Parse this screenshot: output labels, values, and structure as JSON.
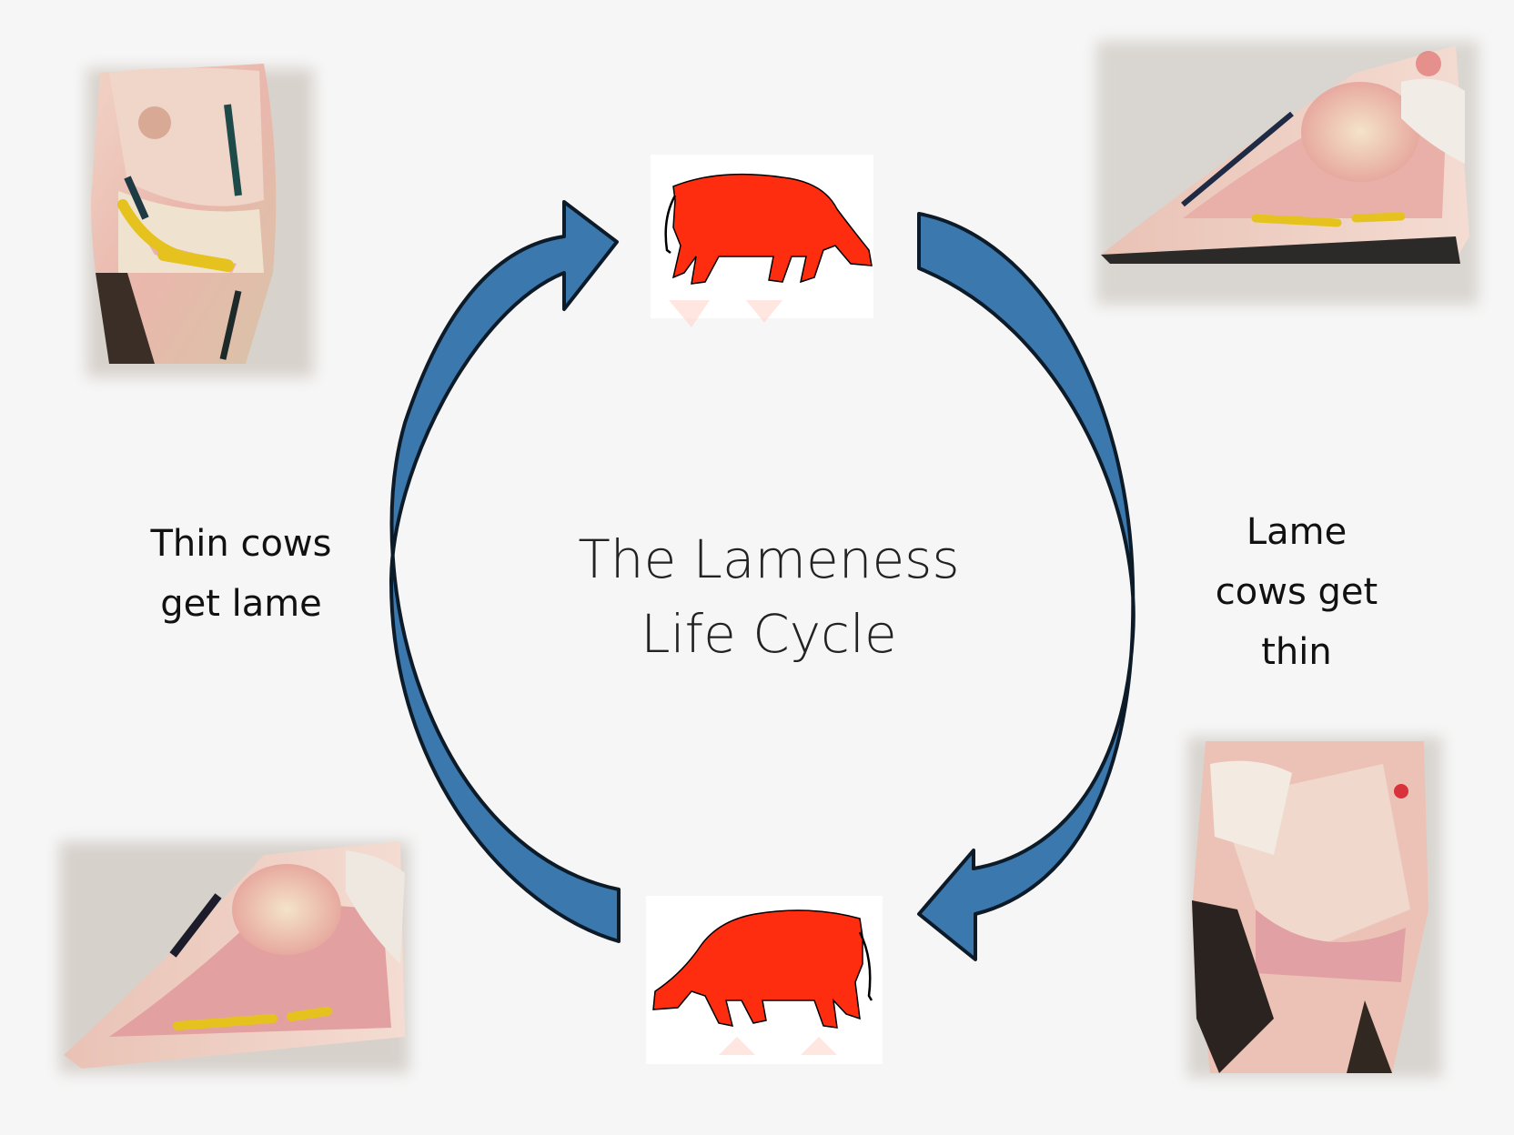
{
  "diagram": {
    "title": "The Lameness\nLife Cycle",
    "left_label": "Thin cows\nget lame",
    "right_label": "Lame\ncows get\nthin"
  },
  "colors": {
    "background": "#f6f6f6",
    "arrow": "#3a78ad",
    "arrow_outline": "#0d1b29",
    "cow": "#ff2d10"
  },
  "images": {
    "top_left": "hoof-cross-section-photo",
    "top_right": "hoof-cross-section-photo",
    "bottom_left": "hoof-cross-section-photo",
    "bottom_right": "hoof-cross-section-photo",
    "top_center": "cow-silhouette",
    "bottom_center": "cow-silhouette"
  }
}
